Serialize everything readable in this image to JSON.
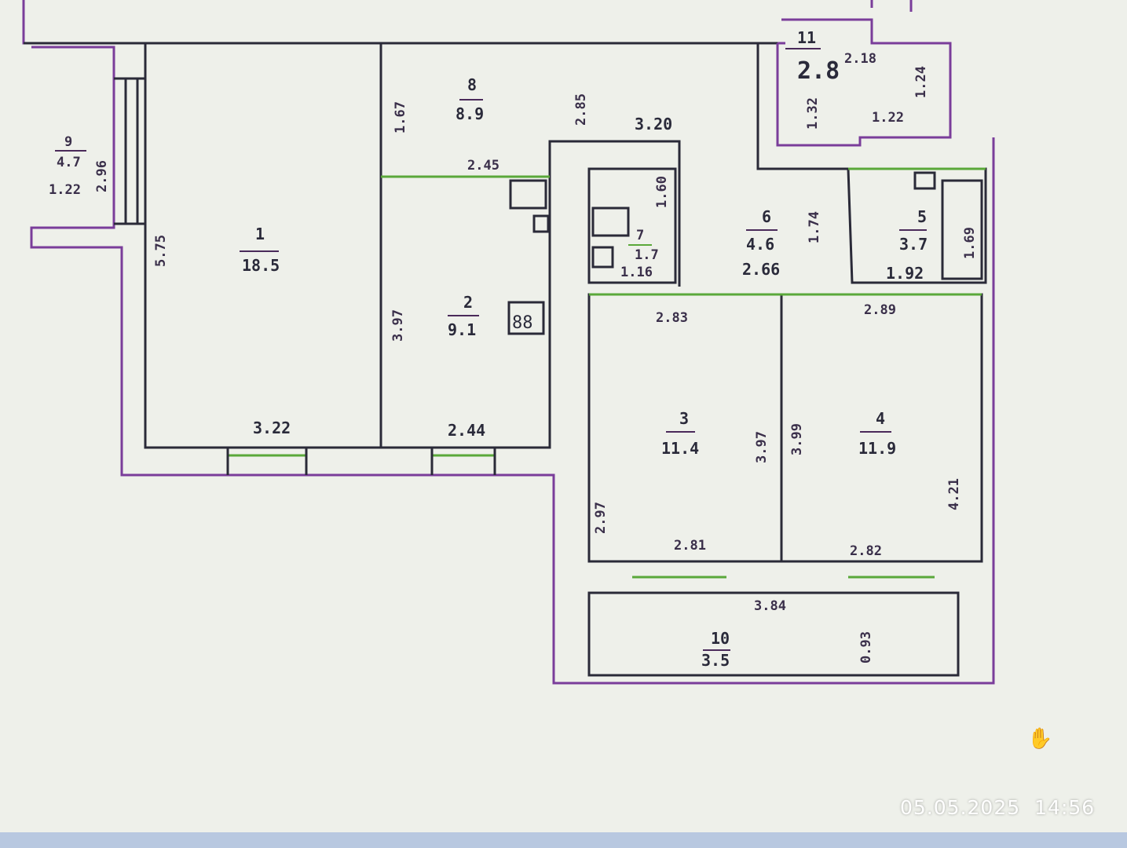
{
  "rooms": [
    {
      "id": "1",
      "area": "18.5",
      "dims": [
        "5.75",
        "3.22"
      ]
    },
    {
      "id": "2",
      "area": "9.1",
      "dims": [
        "3.97",
        "2.44"
      ]
    },
    {
      "id": "3",
      "area": "11.4",
      "dims": [
        "2.83",
        "3.97",
        "2.97",
        "2.81"
      ]
    },
    {
      "id": "4",
      "area": "11.9",
      "dims": [
        "2.89",
        "3.99",
        "4.21",
        "2.82"
      ]
    },
    {
      "id": "5",
      "area": "3.7",
      "dims": [
        "1.92",
        "1.69"
      ]
    },
    {
      "id": "6",
      "area": "4.6",
      "dims": [
        "2.66",
        "1.74"
      ]
    },
    {
      "id": "7",
      "area": "1.7",
      "dims": [
        "1.16",
        "1.60"
      ]
    },
    {
      "id": "8",
      "area": "8.9",
      "dims": [
        "1.67",
        "2.45",
        "2.85"
      ]
    },
    {
      "id": "9",
      "area": "4.7",
      "dims": [
        "1.22",
        "2.96"
      ]
    },
    {
      "id": "10",
      "area": "3.5",
      "dims": [
        "3.84",
        "0.93"
      ]
    },
    {
      "id": "11",
      "area": "2.8",
      "dims": [
        "2.18",
        "1.22",
        "1.32",
        "1.24"
      ]
    }
  ],
  "corridor_dim": "3.20",
  "stove_label": "88",
  "photo_timestamp": {
    "date": "05.05.2025",
    "time": "14:56"
  }
}
